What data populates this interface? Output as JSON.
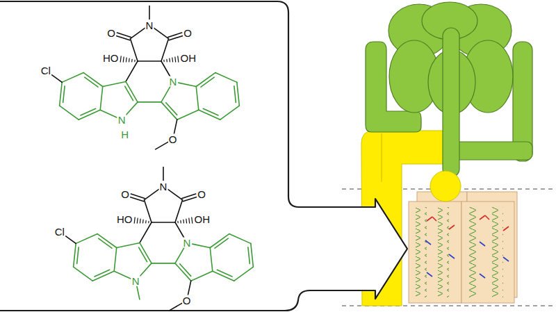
{
  "diagram": {
    "labels": [
      "N",
      "O",
      "O",
      "HO",
      "OH",
      "Cl",
      "N",
      "N",
      "H",
      "O",
      "N",
      "O",
      "O",
      "HO",
      "OH",
      "Cl",
      "N",
      "N",
      "O"
    ]
  }
}
